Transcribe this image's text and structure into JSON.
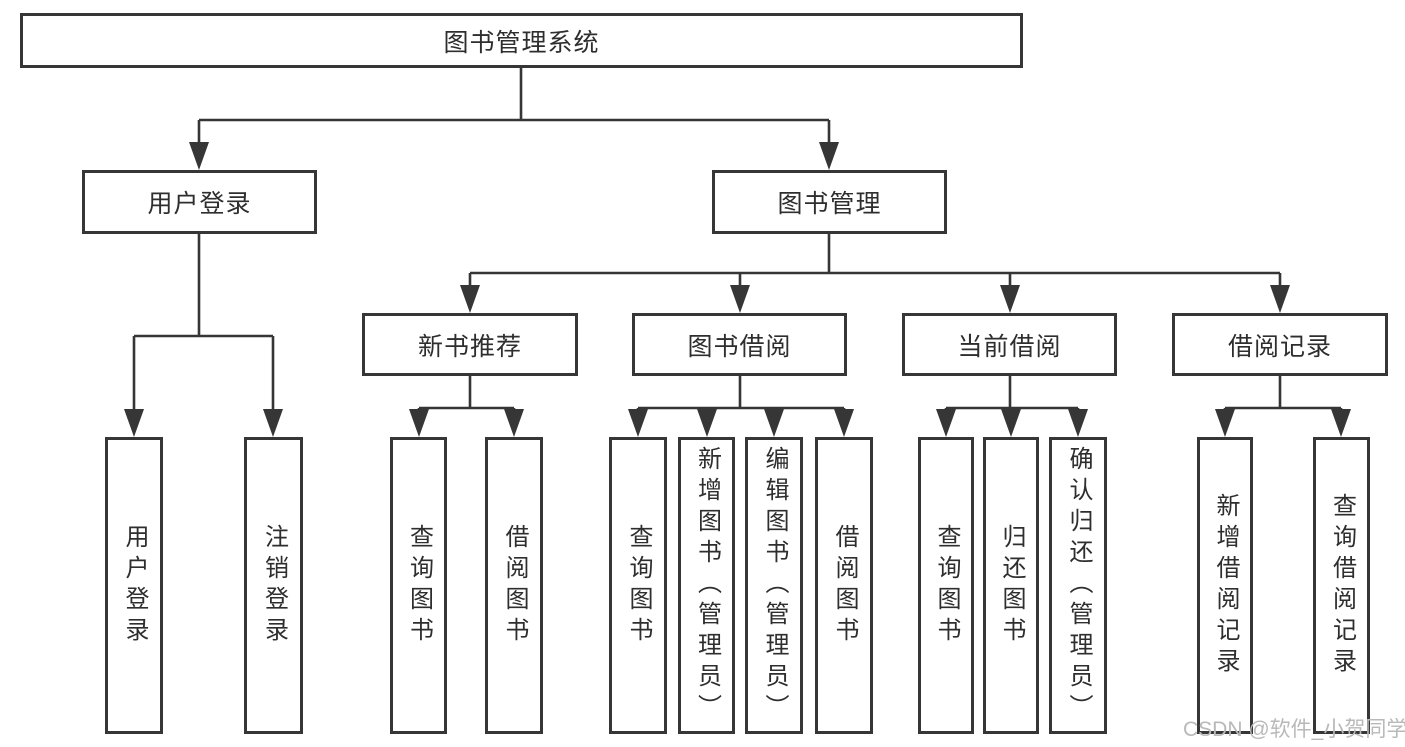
{
  "diagram": {
    "tree": {
      "label": "图书管理系统",
      "children": [
        {
          "label": "用户登录",
          "children": [
            {
              "label": "用户登录"
            },
            {
              "label": "注销登录"
            }
          ]
        },
        {
          "label": "图书管理",
          "children": [
            {
              "label": "新书推荐",
              "children": [
                {
                  "label": "查询图书"
                },
                {
                  "label": "借阅图书"
                }
              ]
            },
            {
              "label": "图书借阅",
              "children": [
                {
                  "label": "查询图书"
                },
                {
                  "label": "新增图书（管理员）"
                },
                {
                  "label": "编辑图书（管理员）"
                },
                {
                  "label": "借阅图书"
                }
              ]
            },
            {
              "label": "当前借阅",
              "children": [
                {
                  "label": "查询图书"
                },
                {
                  "label": "归还图书"
                },
                {
                  "label": "确认归还（管理员）"
                }
              ]
            },
            {
              "label": "借阅记录",
              "children": [
                {
                  "label": "新增借阅记录"
                },
                {
                  "label": "查询借阅记录"
                }
              ]
            }
          ]
        }
      ]
    },
    "watermark": "CSDN @软件_小贺同学",
    "colors": {
      "line": "#363636",
      "box_border": "#363636",
      "text": "#2e2e2e",
      "watermark": "#b9b9b9",
      "background": "#ffffff"
    }
  }
}
